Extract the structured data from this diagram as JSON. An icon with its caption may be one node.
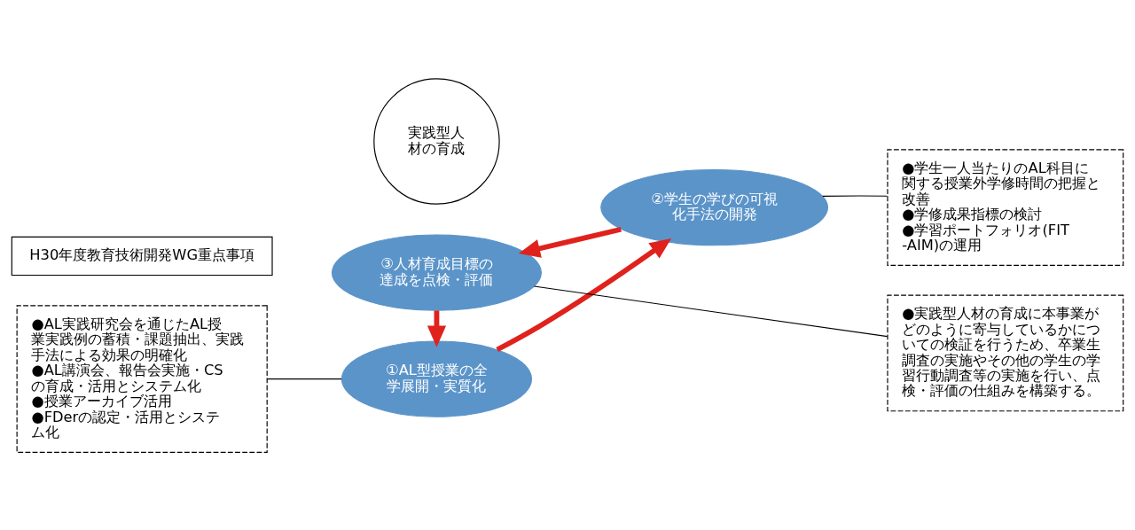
{
  "diagram": {
    "nodes": [
      {
        "text": [
          "H30年度教育技術開発WG重点事項"
        ]
      },
      {
        "text": [
          "実践型人材の育成"
        ]
      },
      {
        "text": [
          "①AL型授業の全学展開・実質化"
        ]
      },
      {
        "text": [
          "②学生の学びの可視化手法の開発"
        ]
      },
      {
        "text": [
          "③人材育成目標の達成を点検・評価"
        ]
      },
      {
        "text": [
          "●AL実践研究会を通じたAL授業実践例の蓄積・課題抽出、実践手法による効果の明確化",
          "●AL講演会、報告会実施・CSの育成・活用とシステム化",
          "●授業アーカイブ活用",
          "●FDerの認定・活用とシステム化"
        ]
      },
      {
        "text": [
          "●学生一人当たりのAL科目に関する授業外学修時間の把握と改善",
          "●学修成果指標の検討",
          "●学習ポートフォリオ(FIT-AIM)の運用"
        ]
      },
      {
        "text": [
          "●実践型人材の育成に本事業がどのように寄与しているかについての検証を行うため、卒業生調査の実施やその他の学生の学習行動調査等の実施を行い、点検・評価の仕組みを構築する。"
        ]
      }
    ],
    "edges": [
      {
        "from": 5,
        "to": 2,
        "arrow": "none"
      },
      {
        "from": 6,
        "to": 3,
        "arrow": "none"
      },
      {
        "from": 7,
        "to": 4,
        "arrow": "none"
      },
      {
        "from": 2,
        "to": 3,
        "arrow": "to",
        "style": "thick",
        "color": "#e0221c"
      },
      {
        "from": 3,
        "to": 4,
        "arrow": "to",
        "style": "thick",
        "color": "#e0221c"
      },
      {
        "from": 4,
        "to": 2,
        "arrow": "to",
        "style": "thick",
        "color": "#e0221c"
      }
    ]
  }
}
